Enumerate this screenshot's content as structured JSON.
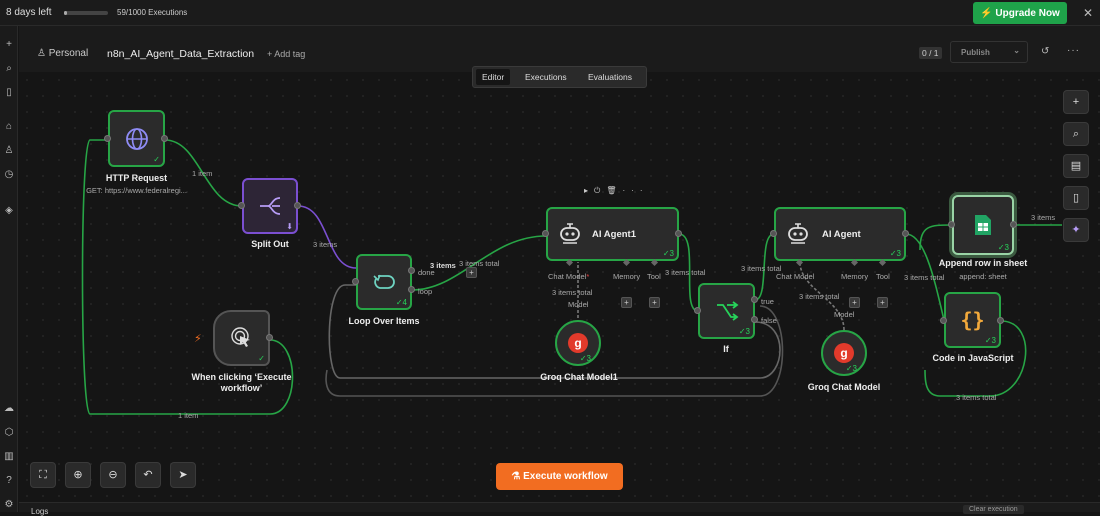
{
  "topbar": {
    "trial": "8 days left",
    "trial_progress": 0.06,
    "executions": "59/1000 Executions",
    "upgrade": "Upgrade Now"
  },
  "header": {
    "workspace": "Personal",
    "workflow_name": "n8n_AI_Agent_Data_Extraction",
    "add_tag": "+ Add tag",
    "version": "0 / 1",
    "publish": "Publish"
  },
  "tabs": [
    "Editor",
    "Executions",
    "Evaluations"
  ],
  "nodes": {
    "http": {
      "label": "HTTP Request",
      "sub": "GET: https://www.federalregi..."
    },
    "split": {
      "label": "Split Out"
    },
    "loop": {
      "label": "Loop Over Items",
      "count": "4",
      "done": "done",
      "loop": "loop"
    },
    "trigger": {
      "label": "When clicking ‘Execute workflow’"
    },
    "agent1": {
      "label": "AI Agent1",
      "count": "3",
      "sub_chat": "Chat Model",
      "sub_memory": "Memory",
      "sub_tool": "Tool"
    },
    "groq1": {
      "label": "Groq Chat Model1",
      "count": "3"
    },
    "if": {
      "label": "If",
      "count": "3",
      "true": "true",
      "false": "false"
    },
    "agent": {
      "label": "AI Agent",
      "count": "3",
      "sub_chat": "Chat Model",
      "sub_memory": "Memory",
      "sub_tool": "Tool"
    },
    "groq": {
      "label": "Groq Chat Model",
      "count": "3"
    },
    "sheet": {
      "label": "Append row in sheet",
      "sub": "append: sheet",
      "count": "3"
    },
    "code": {
      "label": "Code in JavaScript",
      "count": "3"
    }
  },
  "edges": {
    "e1": "1 item",
    "e2": "3 items",
    "e3": "3 items",
    "e3b": "3 items total",
    "e4": "3 items total",
    "e5": "3 items total",
    "e6": "3 items total",
    "e7": "3 items total",
    "e8": "3 items",
    "e9": "3 items total",
    "e10": "3 items total",
    "e11": "1 item",
    "model": "Model",
    "model2": "Model"
  },
  "execute": "Execute workflow",
  "status": {
    "logs": "Logs",
    "clear": "Clear execution"
  },
  "colors": {
    "accent": "#f26d21",
    "success": "#27a546",
    "purple": "#7b4fd1"
  }
}
